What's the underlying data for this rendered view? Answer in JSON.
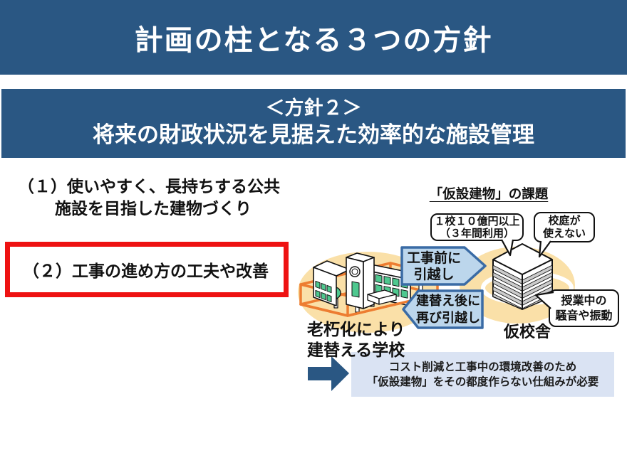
{
  "slide": {
    "title": "計画の柱となる３つの方針",
    "banner": {
      "line1": "＜方針２＞",
      "line2": "将来の財政状況を見据えた効率的な施設管理"
    },
    "items": {
      "item1_line1": "（１）使いやすく、長持ちする公共",
      "item1_line2": "施設を目指した建物づくり",
      "item2": "（２）工事の進め方の工夫や改善"
    },
    "diagram": {
      "title": "「仮設建物」の課題",
      "bubble_cost": {
        "line1": "１校１０億円以上",
        "line2": "（３年間利用）"
      },
      "bubble_ground": {
        "line1": "校庭が",
        "line2": "使えない"
      },
      "bubble_noise": {
        "line1": "授業中の",
        "line2": "騒音や振動"
      },
      "arrow_before": {
        "line1": "工事前に",
        "line2": "引越し"
      },
      "arrow_after": {
        "line1": "建替え後に",
        "line2": "再び引越し"
      },
      "label_old_school": {
        "line1": "老朽化により",
        "line2": "建替える学校"
      },
      "label_temp_school": "仮校舎"
    },
    "conclusion": {
      "line1": "コスト削減と工事中の環境改善のため",
      "line2": "「仮設建物」をその都度作らない仕組みが必要"
    },
    "colors": {
      "banner_blue": "#2A5783",
      "highlight_red": "#EE1212",
      "arrow_fill": "#BCD6EC",
      "arrow_border": "#3A6BA5",
      "ground_tan": "#FAE0A8",
      "wireframe_orange": "#ED7D31",
      "window_green": "#4EC88F",
      "conclusion_bg": "#DAE3F3"
    }
  }
}
